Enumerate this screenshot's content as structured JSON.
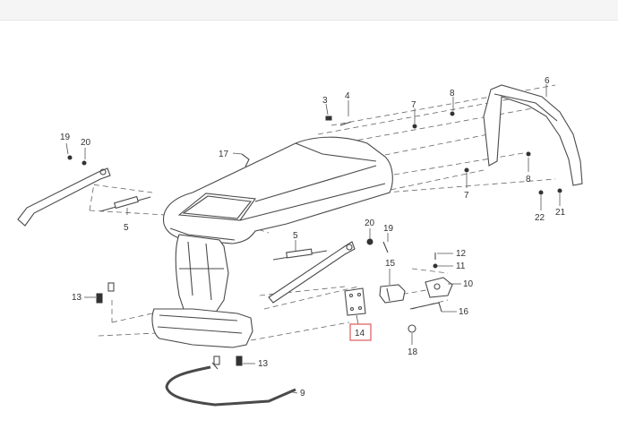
{
  "highlight_color": "#e05a5a",
  "callouts": {
    "c3": "3",
    "c4": "4",
    "c7a": "7",
    "c8a": "8",
    "c6": "6",
    "c19a": "19",
    "c20a": "20",
    "c17": "17",
    "c5a": "5",
    "c7b": "7",
    "c8b": "8",
    "c22": "22",
    "c21": "21",
    "c5b": "5",
    "c20b": "20",
    "c19b": "19",
    "c12": "12",
    "c11": "11",
    "c15": "15",
    "c10": "10",
    "c13a": "13",
    "c16": "16",
    "c14": "14",
    "c18": "18",
    "c13b": "13",
    "c9": "9"
  }
}
